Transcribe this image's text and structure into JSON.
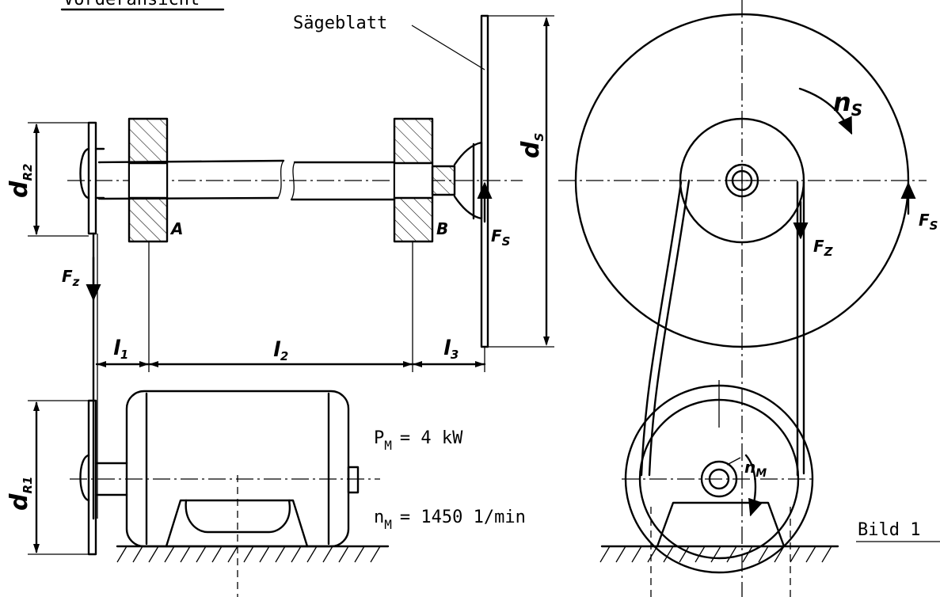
{
  "title_fragment": "Vorderansicht",
  "labels": {
    "saw_blade": "Sägeblatt",
    "bearing_a": "A",
    "bearing_b": "B",
    "figure": "Bild 1"
  },
  "symbols": {
    "d_r2": {
      "main": "d",
      "sub": "R2"
    },
    "d_r1": {
      "main": "d",
      "sub": "R1"
    },
    "d_s": {
      "main": "d",
      "sub": "S"
    },
    "f_z_left": {
      "main": "F",
      "sub": "z"
    },
    "f_z_right": {
      "main": "F",
      "sub": "Z"
    },
    "f_s_left": {
      "main": "F",
      "sub": "S"
    },
    "f_s_right": {
      "main": "F",
      "sub": "S"
    },
    "n_s": {
      "main": "n",
      "sub": "S"
    },
    "n_m": {
      "main": "n",
      "sub": "M"
    },
    "l1": {
      "main": "l",
      "sub": "1"
    },
    "l2": {
      "main": "l",
      "sub": "2"
    },
    "l3": {
      "main": "l",
      "sub": "3"
    }
  },
  "specs": {
    "power": {
      "symbol": "P",
      "sub": "M",
      "eq": "= 4 kW"
    },
    "speed": {
      "symbol": "n",
      "sub": "M",
      "eq": "= 1450 1/min"
    }
  }
}
